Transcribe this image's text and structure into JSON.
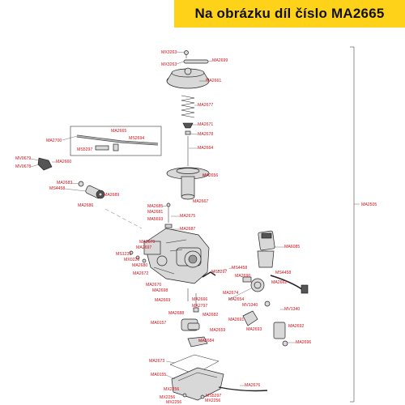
{
  "banner": {
    "text": "Na obrázku díl číslo MA2665"
  },
  "labels": {
    "mx3263a": "MX3263",
    "mx3263b": "MX3263",
    "ma2699": "MA2699",
    "ma2661": "MA2661",
    "ma2677": "MA2677",
    "ma2671": "MA2671",
    "ma2678": "MA2678",
    "ma2664": "MA2664",
    "ma2665": "MA2665",
    "ms2694": "MS2694",
    "ma2700": "MA2700",
    "ms5297a": "MS5297",
    "mv0679": "MV0679",
    "ma2660": "MA2660",
    "mv0678": "MV0678",
    "ma2656": "MA2656",
    "ma2683": "MA2683",
    "ms4458a": "MS4458",
    "ma2689": "MA2689",
    "ma2686": "MA2686",
    "ma2667": "MA2667",
    "ma2685": "MA2685",
    "ma2681": "MA2681",
    "ma2675": "MA2675",
    "ma5693": "MA5693",
    "ma2687": "MA2687",
    "ma2505": "MA2505",
    "ma2679": "MA2679",
    "ma2697": "MA2697",
    "ma6085": "MA6085",
    "ms1231": "MS1231",
    "mx0226": "MX0226",
    "ma2680": "MA2680",
    "ms4458b": "MS4458",
    "ms5297b": "MS5297",
    "ms4458c": "MS4458",
    "ma2672": "MA2672",
    "ma2690": "MA2690",
    "ma2662": "MA2662",
    "ma2670": "MA2670",
    "ma2698": "MA2698",
    "ma2674": "MA2674",
    "ma2669": "MA2669",
    "ma2666": "MA2666",
    "ma2654": "MA2654",
    "ma2797": "MA2797",
    "mv1340a": "MV1340",
    "mv1340b": "MV1340",
    "ma2688": "MA2688",
    "ma2682": "MA2682",
    "ma2691": "MA2691",
    "ma0157": "MA0157",
    "ma2659": "MA2659",
    "ma2693": "MA2693",
    "ma2692": "MA2692",
    "ma2684": "MA2684",
    "ma2696": "MA2696",
    "ma2673": "MA2673",
    "ma0155": "MA0155",
    "ma2676": "MA2676",
    "mx2256a": "MX2256",
    "ms5297c": "MS5297",
    "mx2256b": "MX2256",
    "mx2256c": "MX2256",
    "mx2256d": "MX2256"
  }
}
